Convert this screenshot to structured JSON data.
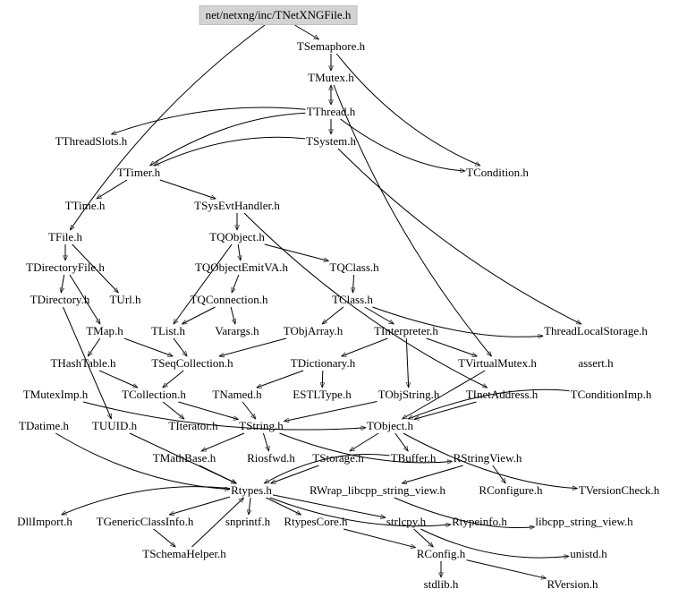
{
  "graph": {
    "root": "net/netxng/inc/TNetXNGFile.h",
    "nodes": [
      "net/netxng/inc/TNetXNGFile.h",
      "TSemaphore.h",
      "TMutex.h",
      "TThread.h",
      "TThreadSlots.h",
      "TSystem.h",
      "TTimer.h",
      "TCondition.h",
      "TTime.h",
      "TSysEvtHandler.h",
      "TFile.h",
      "TQObject.h",
      "TDirectoryFile.h",
      "TQObjectEmitVA.h",
      "TQClass.h",
      "TUrl.h",
      "TDirectory.h",
      "TQConnection.h",
      "TClass.h",
      "TMap.h",
      "TList.h",
      "Varargs.h",
      "TObjArray.h",
      "TInterpreter.h",
      "ThreadLocalStorage.h",
      "THashTable.h",
      "TSeqCollection.h",
      "TDictionary.h",
      "TVirtualMutex.h",
      "assert.h",
      "TMutexImp.h",
      "TCollection.h",
      "TNamed.h",
      "ESTLType.h",
      "TObjString.h",
      "TInetAddress.h",
      "TConditionImp.h",
      "TDatime.h",
      "TUUID.h",
      "TIterator.h",
      "TString.h",
      "TObject.h",
      "TMathBase.h",
      "Riosfwd.h",
      "TStorage.h",
      "TBuffer.h",
      "RStringView.h",
      "Rtypes.h",
      "RWrap_libcpp_string_view.h",
      "RConfigure.h",
      "TVersionCheck.h",
      "DllImport.h",
      "TGenericClassInfo.h",
      "snprintf.h",
      "RtypesCore.h",
      "strlcpy.h",
      "Rtypeinfo.h",
      "libcpp_string_view.h",
      "unistd.h",
      "TSchemaHelper.h",
      "RConfig.h",
      "stdlib.h",
      "RVersion.h"
    ],
    "edges": [
      [
        "net/netxng/inc/TNetXNGFile.h",
        "TSemaphore.h"
      ],
      [
        "net/netxng/inc/TNetXNGFile.h",
        "TFile.h"
      ],
      [
        "TSemaphore.h",
        "TMutex.h"
      ],
      [
        "TSemaphore.h",
        "TCondition.h"
      ],
      [
        "TMutex.h",
        "TThread.h"
      ],
      [
        "TMutex.h",
        "TVirtualMutex.h"
      ],
      [
        "TThread.h",
        "TMutex.h"
      ],
      [
        "TThread.h",
        "TThreadSlots.h"
      ],
      [
        "TThread.h",
        "TSystem.h"
      ],
      [
        "TThread.h",
        "TTimer.h"
      ],
      [
        "TThread.h",
        "TCondition.h"
      ],
      [
        "TSystem.h",
        "TTimer.h"
      ],
      [
        "TSystem.h",
        "ThreadLocalStorage.h"
      ],
      [
        "TTimer.h",
        "TTime.h"
      ],
      [
        "TTimer.h",
        "TSysEvtHandler.h"
      ],
      [
        "TSysEvtHandler.h",
        "TQObject.h"
      ],
      [
        "TSysEvtHandler.h",
        "TInetAddress.h"
      ],
      [
        "TQObject.h",
        "TQObjectEmitVA.h"
      ],
      [
        "TQObject.h",
        "TQClass.h"
      ],
      [
        "TQObject.h",
        "TList.h"
      ],
      [
        "TQObjectEmitVA.h",
        "TQConnection.h"
      ],
      [
        "TQClass.h",
        "TClass.h"
      ],
      [
        "TQConnection.h",
        "Varargs.h"
      ],
      [
        "TQConnection.h",
        "TList.h"
      ],
      [
        "TFile.h",
        "TDirectoryFile.h"
      ],
      [
        "TFile.h",
        "TUrl.h"
      ],
      [
        "TDirectoryFile.h",
        "TDirectory.h"
      ],
      [
        "TDirectoryFile.h",
        "TMap.h"
      ],
      [
        "TDirectory.h",
        "TUUID.h"
      ],
      [
        "TClass.h",
        "TObjArray.h"
      ],
      [
        "TClass.h",
        "TInterpreter.h"
      ],
      [
        "TClass.h",
        "ThreadLocalStorage.h"
      ],
      [
        "TMap.h",
        "THashTable.h"
      ],
      [
        "TMap.h",
        "TSeqCollection.h"
      ],
      [
        "TList.h",
        "TSeqCollection.h"
      ],
      [
        "TObjArray.h",
        "TSeqCollection.h"
      ],
      [
        "TInterpreter.h",
        "TDictionary.h"
      ],
      [
        "TInterpreter.h",
        "TVirtualMutex.h"
      ],
      [
        "TInterpreter.h",
        "TObjString.h"
      ],
      [
        "THashTable.h",
        "TCollection.h"
      ],
      [
        "TSeqCollection.h",
        "TCollection.h"
      ],
      [
        "TDictionary.h",
        "ESTLType.h"
      ],
      [
        "TDictionary.h",
        "TNamed.h"
      ],
      [
        "TCollection.h",
        "TIterator.h"
      ],
      [
        "TCollection.h",
        "TString.h"
      ],
      [
        "TNamed.h",
        "TString.h"
      ],
      [
        "TObjString.h",
        "TString.h"
      ],
      [
        "TInetAddress.h",
        "TObject.h"
      ],
      [
        "TConditionImp.h",
        "TObject.h"
      ],
      [
        "TMutexImp.h",
        "TObject.h"
      ],
      [
        "TVirtualMutex.h",
        "TObject.h"
      ],
      [
        "TUUID.h",
        "Rtypes.h"
      ],
      [
        "TDatime.h",
        "Rtypes.h"
      ],
      [
        "TString.h",
        "TMathBase.h"
      ],
      [
        "TString.h",
        "Riosfwd.h"
      ],
      [
        "TString.h",
        "RStringView.h"
      ],
      [
        "TObject.h",
        "TStorage.h"
      ],
      [
        "TObject.h",
        "TBuffer.h"
      ],
      [
        "TObject.h",
        "TVersionCheck.h"
      ],
      [
        "TMathBase.h",
        "Rtypes.h"
      ],
      [
        "TStorage.h",
        "Rtypes.h"
      ],
      [
        "TBuffer.h",
        "Rtypes.h"
      ],
      [
        "RStringView.h",
        "RWrap_libcpp_string_view.h"
      ],
      [
        "RStringView.h",
        "RConfigure.h"
      ],
      [
        "Rtypes.h",
        "DllImport.h"
      ],
      [
        "Rtypes.h",
        "TGenericClassInfo.h"
      ],
      [
        "Rtypes.h",
        "snprintf.h"
      ],
      [
        "Rtypes.h",
        "RtypesCore.h"
      ],
      [
        "Rtypes.h",
        "strlcpy.h"
      ],
      [
        "Rtypes.h",
        "Rtypeinfo.h"
      ],
      [
        "RWrap_libcpp_string_view.h",
        "libcpp_string_view.h"
      ],
      [
        "TGenericClassInfo.h",
        "TSchemaHelper.h"
      ],
      [
        "TSchemaHelper.h",
        "Rtypes.h"
      ],
      [
        "RtypesCore.h",
        "RConfig.h"
      ],
      [
        "strlcpy.h",
        "RConfig.h"
      ],
      [
        "strlcpy.h",
        "unistd.h"
      ],
      [
        "RConfig.h",
        "stdlib.h"
      ],
      [
        "RConfig.h",
        "RVersion.h"
      ]
    ]
  }
}
